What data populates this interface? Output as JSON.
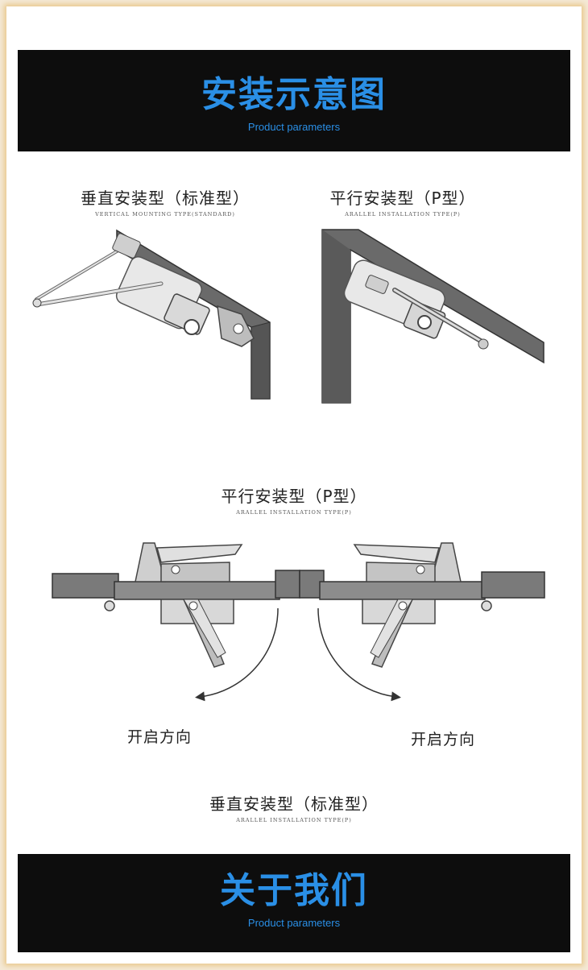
{
  "banner_top": {
    "title": "安装示意图",
    "subtitle": "Product parameters"
  },
  "caption_top_left": {
    "zh": "垂直安装型（标准型）",
    "en": "VERTICAL MOUNTING TYPE(STANDARD)"
  },
  "caption_top_right": {
    "zh": "平行安装型（P型）",
    "en": "ARALLEL INSTALLATION TYPE(P)"
  },
  "caption_middle": {
    "zh": "平行安装型（P型）",
    "en": "ARALLEL INSTALLATION TYPE(P)"
  },
  "direction_left": "开启方向",
  "direction_right": "开启方向",
  "caption_bottom": {
    "zh": "垂直安装型（标准型）",
    "en": "ARALLEL INSTALLATION TYPE(P)"
  },
  "banner_bottom": {
    "title": "关于我们",
    "subtitle": "Product parameters"
  },
  "colors": {
    "accent_blue": "#2a8fe6",
    "banner_bg": "#0d0d0d",
    "frame_glow": "#e9c98f"
  }
}
